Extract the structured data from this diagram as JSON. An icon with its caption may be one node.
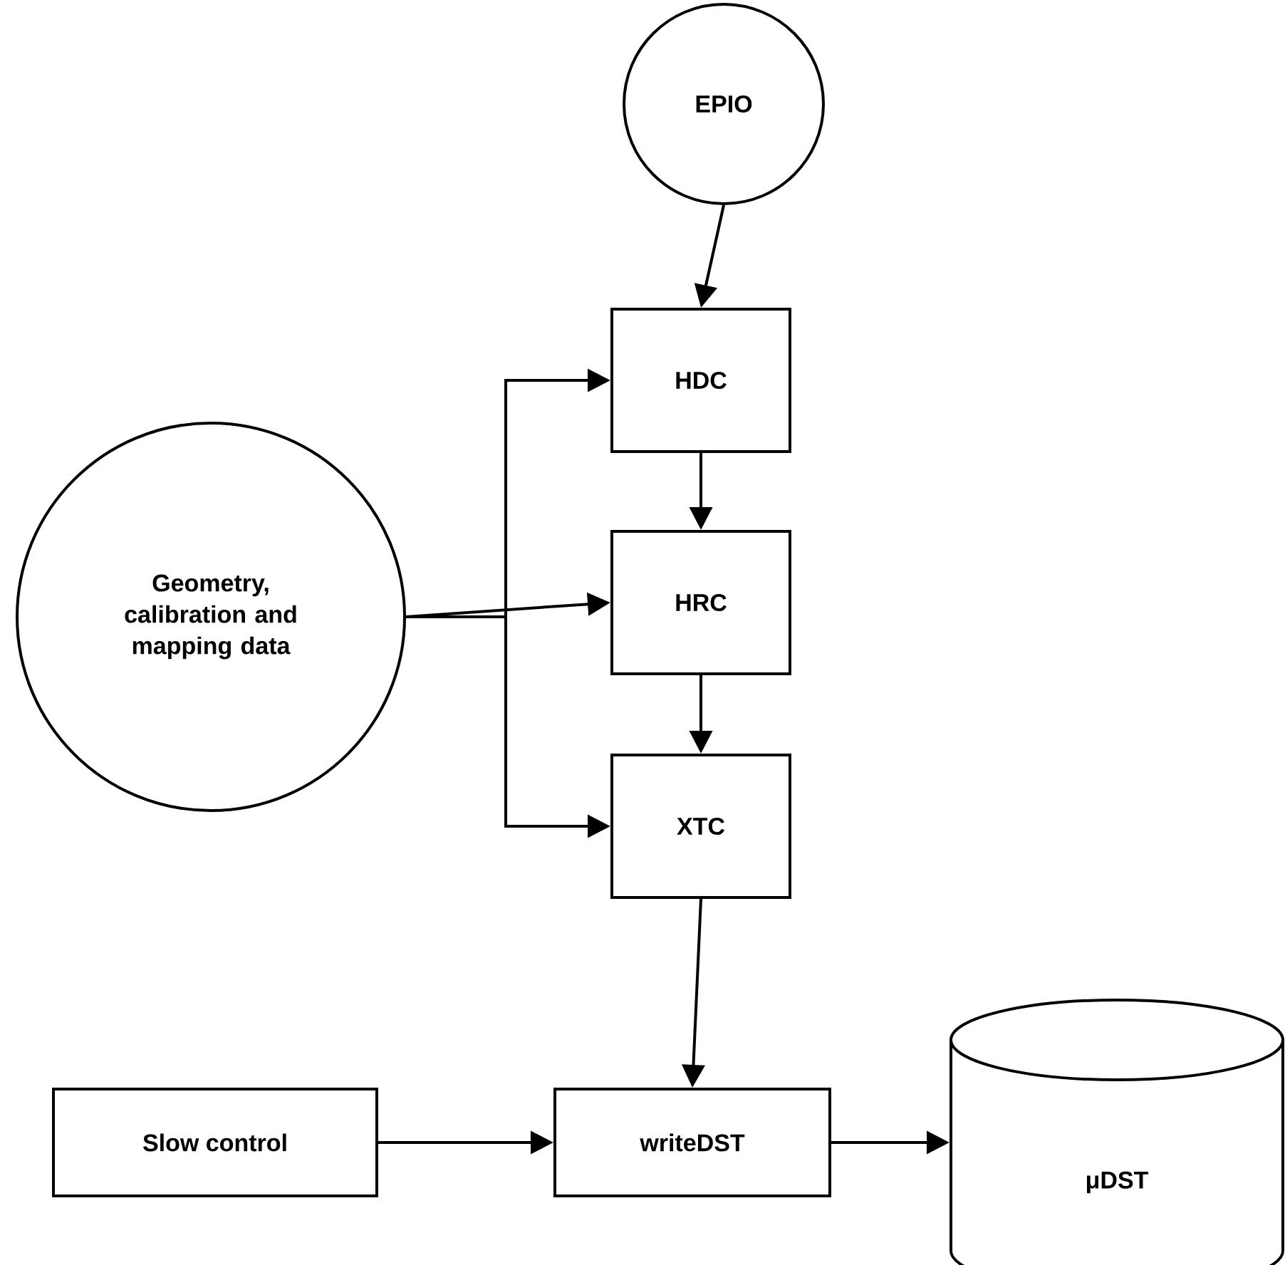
{
  "diagram": {
    "nodes": [
      {
        "text": [
          "EPIO"
        ]
      },
      {
        "text": [
          "HDC"
        ]
      },
      {
        "text": [
          "HRC"
        ]
      },
      {
        "text": [
          "XTC"
        ]
      },
      {
        "text": [
          "Geometry, calibration and mapping data"
        ]
      },
      {
        "text": [
          "Slow control"
        ]
      },
      {
        "text": [
          "writeDST"
        ]
      },
      {
        "text": [
          "μDST"
        ]
      }
    ],
    "edges": [
      {
        "from": 0,
        "to": 1,
        "arrow": "to"
      },
      {
        "from": 1,
        "to": 2,
        "arrow": "to"
      },
      {
        "from": 2,
        "to": 3,
        "arrow": "to"
      },
      {
        "from": 3,
        "to": 6,
        "arrow": "to"
      },
      {
        "from": 4,
        "to": 1,
        "arrow": "to"
      },
      {
        "from": 4,
        "to": 2,
        "arrow": "to"
      },
      {
        "from": 4,
        "to": 3,
        "arrow": "to"
      },
      {
        "from": 5,
        "to": 6,
        "arrow": "to"
      },
      {
        "from": 6,
        "to": 7,
        "arrow": "to"
      }
    ]
  }
}
